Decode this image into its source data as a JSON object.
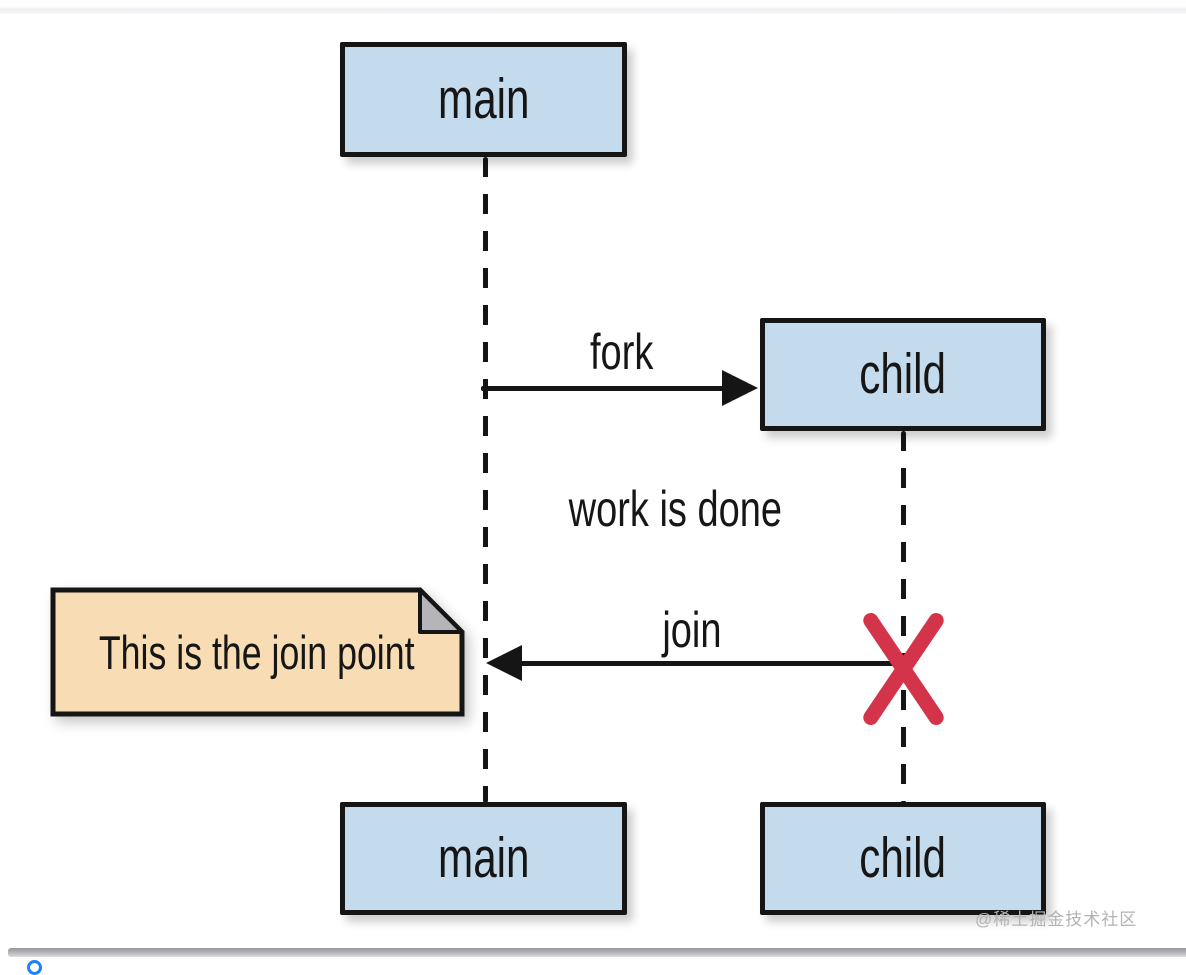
{
  "diagram": {
    "type": "sequence-diagram-fork-join",
    "actors": {
      "main_top": "main",
      "child_top": "child",
      "main_bottom": "main",
      "child_bottom": "child"
    },
    "messages": {
      "fork": "fork",
      "work_done": "work is done",
      "join": "join"
    },
    "note": {
      "text": "This is the join point"
    },
    "icons": {
      "terminate_x": "red-x-thread-termination",
      "bottom_left_fragment": "blue-circle-fragment"
    },
    "colors": {
      "canvas": "#ffffff",
      "actor_fill": "#c4dbee",
      "line": "#151515",
      "note_fill": "#f8dcb4",
      "note_fold": "#b4b4b9",
      "terminate_x": "#d3344a",
      "watermark": "#b3b3b6",
      "accent_blue": "#1e80ff"
    }
  },
  "page": {
    "watermark": "@稀土掘金技术社区"
  }
}
